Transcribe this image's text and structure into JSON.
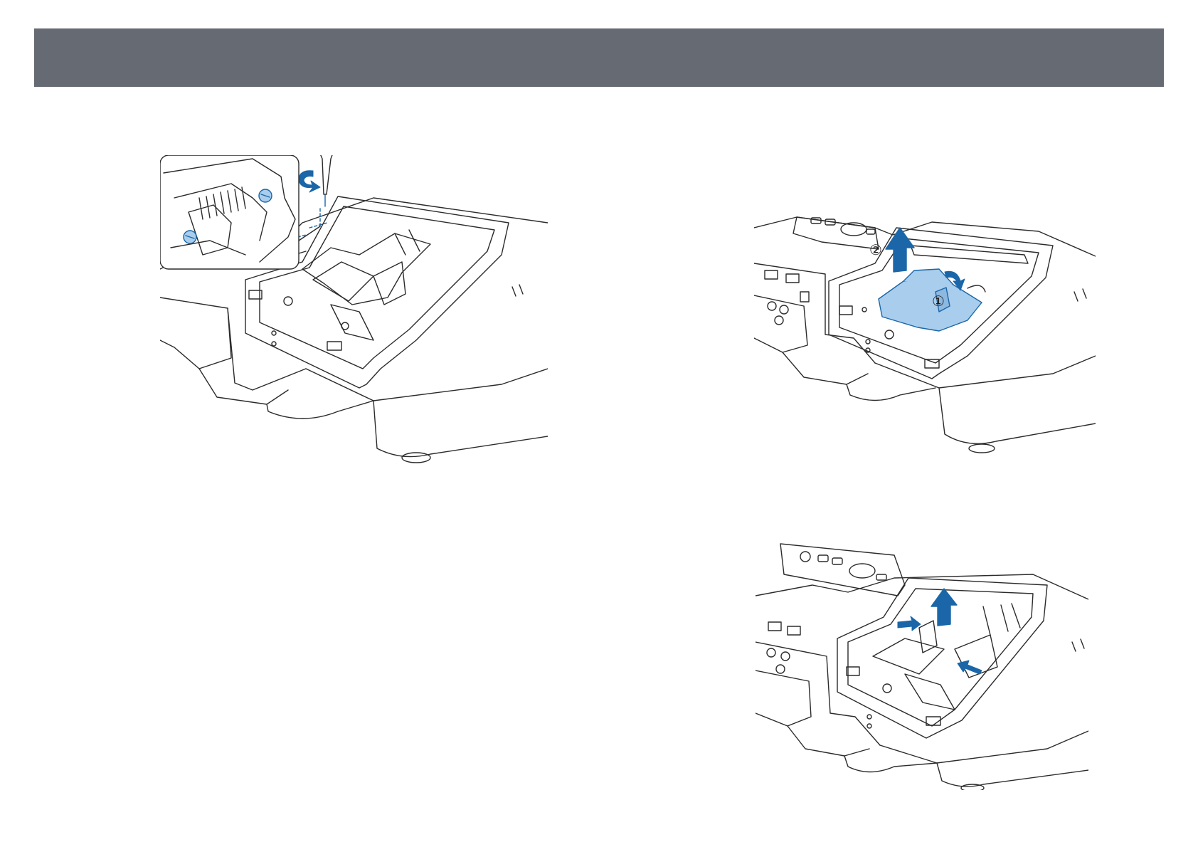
{
  "colors": {
    "header_bar": "#666a72",
    "accent_blue": "#1a66a8",
    "highlight_blue": "#a9cdec",
    "line": "#2b2b2b"
  },
  "page": {
    "header": {},
    "figures": [
      {
        "id": "remove-lamp-cover-screws",
        "icons": [
          "screwdriver-icon",
          "rotate-arrow-icon",
          "zoom-inset"
        ]
      },
      {
        "id": "lift-lamp-handle",
        "callouts": [
          "①",
          "②"
        ],
        "icons": [
          "up-arrow-icon",
          "curved-arrow-icon"
        ]
      },
      {
        "id": "insert-new-lamp",
        "icons": [
          "up-arrow-icon",
          "push-arrow-icon"
        ]
      }
    ]
  }
}
